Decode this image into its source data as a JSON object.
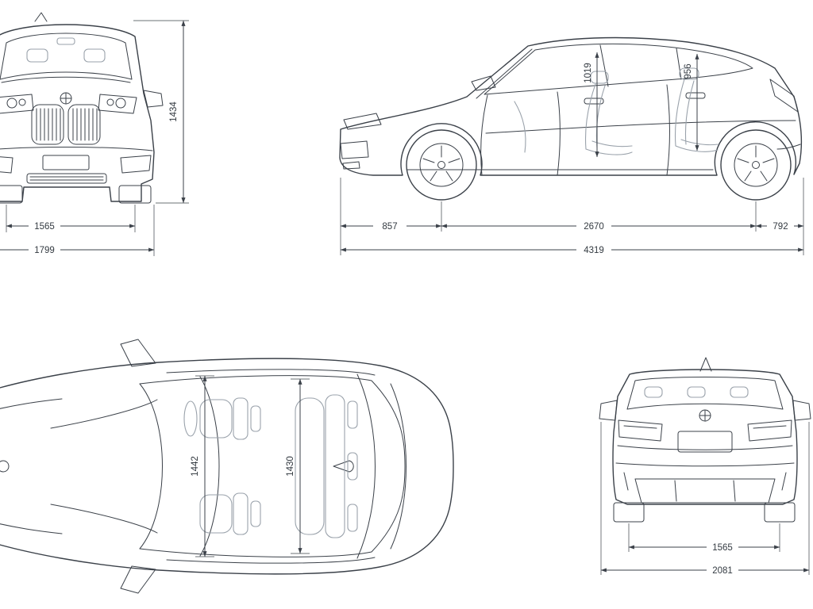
{
  "colors": {
    "background": "#ffffff",
    "line": "#3b4149",
    "interior_line": "#9aa2ab",
    "label_text": "#333a41"
  },
  "views": {
    "front": {
      "dims": {
        "height": "1434",
        "track": "1565",
        "width": "1799"
      }
    },
    "side": {
      "dims": {
        "interior_height_front": "1019",
        "interior_height_rear": "956",
        "front_overhang": "857",
        "wheelbase": "2670",
        "rear_overhang": "792",
        "length": "4319"
      }
    },
    "top": {
      "dims": {
        "interior_width_front": "1442",
        "interior_width_rear": "1430"
      }
    },
    "rear": {
      "dims": {
        "track": "1565",
        "width_incl_mirrors": "2081"
      }
    }
  }
}
